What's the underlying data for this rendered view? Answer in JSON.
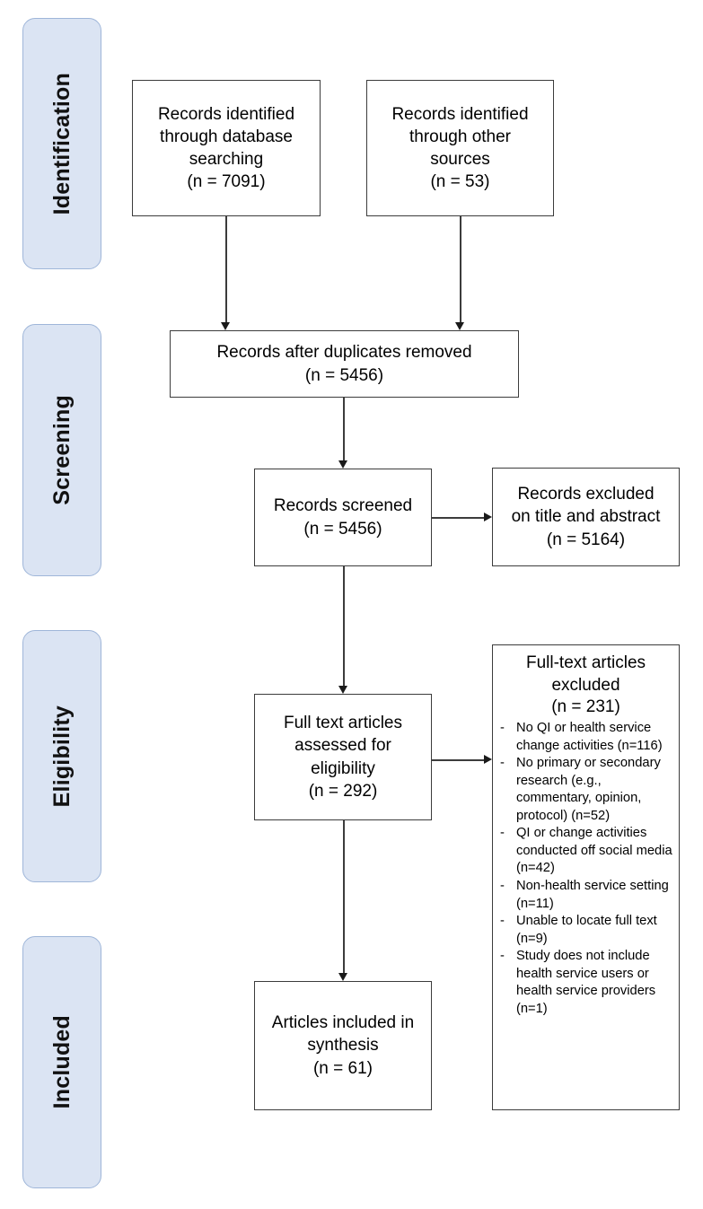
{
  "diagram": {
    "type": "prisma-flow-diagram",
    "colors": {
      "stage_pill_fill": "#dbe4f3",
      "stage_pill_border": "#9fb6d9",
      "box_border": "#3c3c3c",
      "text": "#000000",
      "background": "#ffffff"
    }
  },
  "stages": [
    {
      "id": "identification",
      "label": "Identification"
    },
    {
      "id": "screening",
      "label": "Screening"
    },
    {
      "id": "eligibility",
      "label": "Eligibility"
    },
    {
      "id": "included",
      "label": "Included"
    }
  ],
  "boxes": {
    "records_database": {
      "lines": [
        "Records identified",
        "through database",
        "searching",
        "(n = 7091)"
      ],
      "count": 7091
    },
    "records_other": {
      "lines": [
        "Records identified",
        "through other",
        "sources",
        "(n = 53)"
      ],
      "count": 53
    },
    "duplicates_removed": {
      "lines": [
        "Records after duplicates removed",
        "(n = 5456)"
      ],
      "count": 5456
    },
    "records_screened": {
      "lines": [
        "Records screened",
        "(n = 5456)"
      ],
      "count": 5456
    },
    "records_excluded": {
      "lines": [
        "Records excluded",
        "on title and abstract",
        "(n = 5164)"
      ],
      "count": 5164
    },
    "fulltext_assessed": {
      "lines": [
        "Full text articles",
        "assessed for",
        "eligibility",
        "(n = 292)"
      ],
      "count": 292
    },
    "fulltext_excluded": {
      "heading_lines": [
        "Full-text articles",
        "excluded",
        "(n = 231)"
      ],
      "count": 231,
      "dash": "-",
      "reasons": [
        {
          "text": "No QI or health service change activities (n=116)",
          "count": 116
        },
        {
          "text": "No primary or secondary research (e.g., commentary, opinion, protocol) (n=52)",
          "count": 52
        },
        {
          "text": "QI or change activities conducted off social media (n=42)",
          "count": 42
        },
        {
          "text": "Non-health service setting (n=11)",
          "count": 11
        },
        {
          "text": "Unable to locate full text (n=9)",
          "count": 9
        },
        {
          "text": "Study does not include health service users or health service providers (n=1)",
          "count": 1
        }
      ]
    },
    "articles_included": {
      "lines": [
        "Articles included in",
        "synthesis",
        "(n = 61)"
      ],
      "count": 61
    }
  }
}
